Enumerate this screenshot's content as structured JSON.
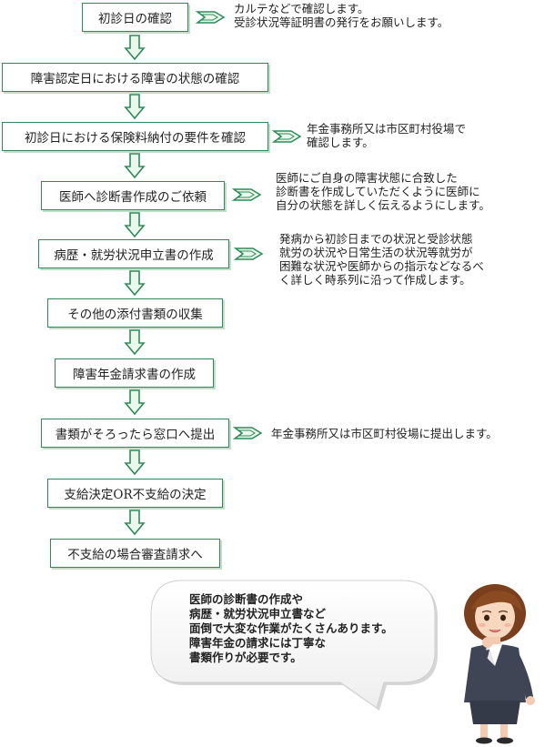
{
  "steps": [
    {
      "label": "初診日の確認",
      "note": [
        "カルテなどで確認します。",
        "受診状況等証明書の発行をお願いします。"
      ]
    },
    {
      "label": "障害認定日における障害の状態の確認",
      "note": []
    },
    {
      "label": "初診日における保険料納付の要件を確認",
      "note": [
        "年金事務所又は市区町村役場で",
        "確認します。"
      ]
    },
    {
      "label": "医師へ診断書作成のご依頼",
      "note": [
        "医師にご自身の障害状態に合致した",
        "診断書を作成していただくように医師に",
        "自分の状態を詳しく伝えるようにします。"
      ]
    },
    {
      "label": "病歴・就労状況申立書の作成",
      "note": [
        "発病から初診日までの状況と受診状態",
        "就労の状況や日常生活の状況等就労が",
        "困難な状況や医師からの指示などなるべ",
        "く詳しく時系列に沿って作成します。"
      ]
    },
    {
      "label": "その他の添付書類の収集",
      "note": []
    },
    {
      "label": "障害年金請求書の作成",
      "note": []
    },
    {
      "label": "書類がそろったら窓口へ提出",
      "note": [
        "年金事務所又は市区町村役場に提出します。"
      ]
    },
    {
      "label": "支給決定OR不支給の決定",
      "note": []
    },
    {
      "label": "不支給の場合審査請求へ",
      "note": []
    }
  ],
  "bubble": {
    "lines": [
      "医師の診断書の作成や",
      "病歴・就労状況申立書など",
      "面倒で大変な作業がたくさんあります。",
      "障害年金の請求には丁寧な",
      "書類作りが必要です。"
    ]
  },
  "colors": {
    "accent": "#2e8b57",
    "arrow_fill": "#eaf7ec",
    "shadow": "#c4dcc9"
  }
}
